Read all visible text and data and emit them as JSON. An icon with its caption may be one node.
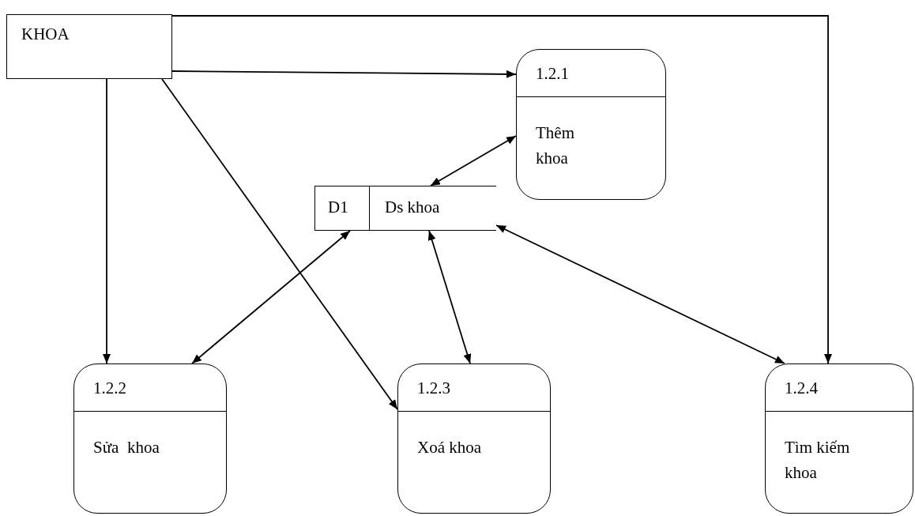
{
  "diagram": {
    "nodes": [
      {
        "text": [
          "KHOA"
        ]
      },
      {
        "text": [
          "1.2.1",
          "Thêm khoa"
        ]
      },
      {
        "text": [
          "D1",
          "Ds khoa"
        ]
      },
      {
        "text": [
          "1.2.2",
          "Sửa  khoa"
        ]
      },
      {
        "text": [
          "1.2.3",
          "Xoá khoa"
        ]
      },
      {
        "text": [
          "1.2.4",
          "Tìm kiếm khoa"
        ]
      }
    ],
    "edges": [
      {
        "from": 0,
        "to": 1,
        "arrow": "to"
      },
      {
        "from": 0,
        "to": 3,
        "arrow": "to"
      },
      {
        "from": 0,
        "to": 4,
        "arrow": "to"
      },
      {
        "from": 0,
        "to": 5,
        "arrow": "to"
      },
      {
        "from": 2,
        "to": 1,
        "arrow": "both"
      },
      {
        "from": 2,
        "to": 3,
        "arrow": "both"
      },
      {
        "from": 2,
        "to": 4,
        "arrow": "both"
      },
      {
        "from": 2,
        "to": 5,
        "arrow": "both"
      }
    ]
  }
}
